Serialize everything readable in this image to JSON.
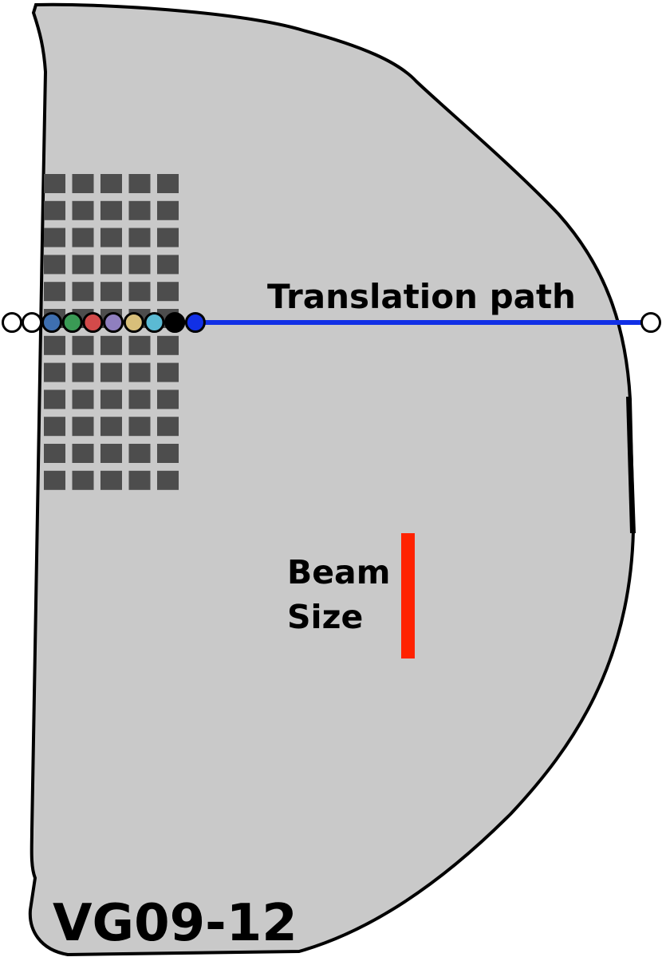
{
  "labels": {
    "translation_path": "Translation path",
    "beam_size_line1": "Beam",
    "beam_size_line2": "Size",
    "sample_id": "VG09-12"
  },
  "colors": {
    "sample_fill": "#c9c9c9",
    "outline": "#000000",
    "grid_square": "#4d4d4d",
    "path_line": "#1130e6",
    "beam_bar": "#ff2200",
    "open_marker": "#ffffff"
  },
  "grid": {
    "rows": 12,
    "cols": 5
  },
  "markers": {
    "open_left_count": 2,
    "open_right_count": 1,
    "filled": [
      "#3e6fb0",
      "#3a9a55",
      "#d24a4a",
      "#8f7fbf",
      "#d8bf7a",
      "#5bbad3",
      "#000000",
      "#1130e6"
    ]
  }
}
